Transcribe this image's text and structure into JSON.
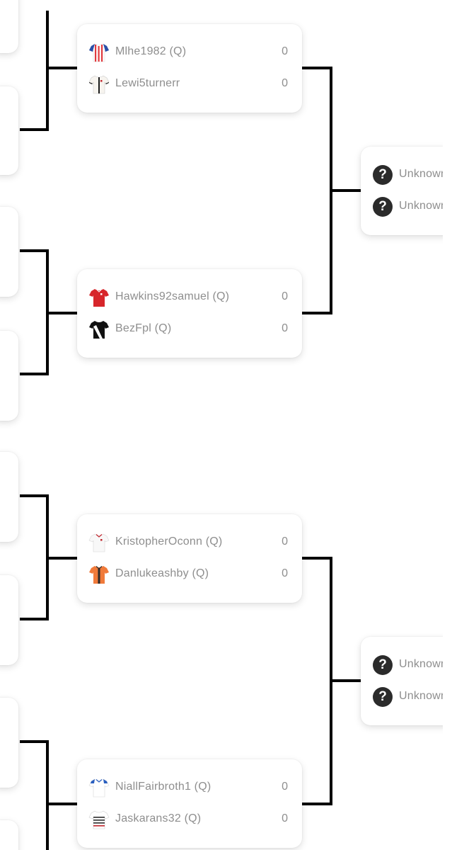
{
  "matches": [
    {
      "p1": {
        "name": "Mlhe1982 (Q)",
        "score": "0",
        "shirt": "red-white-stripes-blue-sleeves"
      },
      "p2": {
        "name": "Lewi5turnerr",
        "score": "0",
        "shirt": "white-black-red"
      }
    },
    {
      "p1": {
        "name": "Hawkins92samuel (Q)",
        "score": "0",
        "shirt": "red"
      },
      "p2": {
        "name": "BezFpl (Q)",
        "score": "0",
        "shirt": "black-white-sash"
      }
    },
    {
      "p1": {
        "name": "KristopherOconn (Q)",
        "score": "0",
        "shirt": "white-red-trim"
      },
      "p2": {
        "name": "Danlukeashby (Q)",
        "score": "0",
        "shirt": "orange-black"
      }
    },
    {
      "p1": {
        "name": "NiallFairbroth1 (Q)",
        "score": "0",
        "shirt": "white-blue-shoulders"
      },
      "p2": {
        "name": "Jaskarans32 (Q)",
        "score": "0",
        "shirt": "white-black-hoops"
      }
    }
  ],
  "next_round": [
    {
      "p1": {
        "name": "Unknown"
      },
      "p2": {
        "name": "Unknown"
      }
    },
    {
      "p1": {
        "name": "Unknown"
      },
      "p2": {
        "name": "Unknown"
      }
    }
  ],
  "colors": {
    "connector": "#000000",
    "text_muted": "#8e8e8e",
    "unknown_icon_bg": "#2b2b2b"
  }
}
